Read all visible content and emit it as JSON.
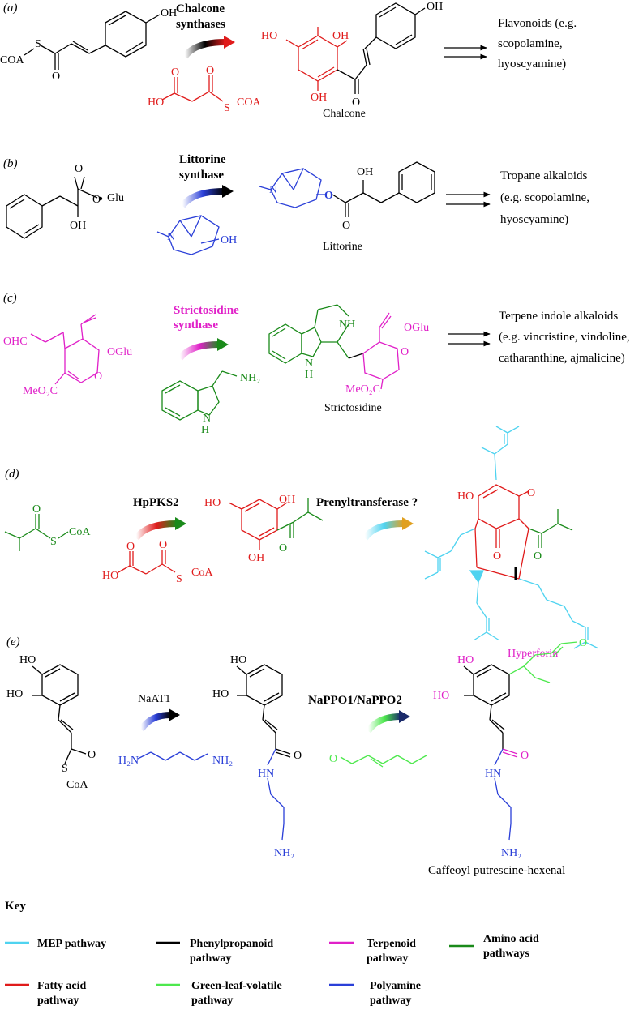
{
  "colors": {
    "mep": "#4fd3f0",
    "phenylpropanoid": "#000000",
    "terpenoid": "#e020c8",
    "amino_acid": "#1a8a1a",
    "fatty_acid": "#e01b1b",
    "green_leaf": "#4de84d",
    "polyamine": "#2a3fd8"
  },
  "panel_a": {
    "tag": "(a)",
    "enzyme_line1": "Chalcone",
    "enzyme_line2": "synthases",
    "substrate_label": "COA",
    "substrate_s": "S",
    "substrate_o": "O",
    "substrate_oh": "OH",
    "malonyl_ho": "HO",
    "malonyl_s": "S",
    "malonyl_coa": "COA",
    "product_ho": "HO",
    "product_oh1": "OH",
    "product_oh2": "OH",
    "product_oh3": "OH",
    "product_o": "O",
    "product_name": "Chalcone",
    "result_line1": "Flavonoids (e.g.",
    "result_line2": "scopolamine,",
    "result_line3": "hyoscyamine)"
  },
  "panel_b": {
    "tag": "(b)",
    "enzyme_line1": "Littorine",
    "enzyme_line2": "synthase",
    "substrate_oh": "OH",
    "substrate_glu": "Glu",
    "cosubstrate_n": "N",
    "cosubstrate_oh": "OH",
    "product_n": "N",
    "product_oh": "OH",
    "product_name": "Littorine",
    "result_line1": "Tropane alkaloids",
    "result_line2": "(e.g. scopolamine,",
    "result_line3": "hyoscyamine)"
  },
  "panel_c": {
    "tag": "(c)",
    "enzyme_line1": "Strictosidine",
    "enzyme_line2": "synthase",
    "substrate_ohc": "OHC",
    "substrate_oglu": "OGlu",
    "substrate_meo2c": "MeO₂C",
    "substrate_o": "O",
    "tryptamine_nh2": "NH₂",
    "tryptamine_nh": "N",
    "tryptamine_h": "H",
    "product_nh": "NH",
    "product_n": "N",
    "product_h": "H",
    "product_oglu": "OGlu",
    "product_o": "O",
    "product_meo2c": "MeO₂C",
    "product_name": "Strictosidine",
    "result_line1": "Terpene indole alkaloids",
    "result_line2": "(e.g. vincristine, vindoline,",
    "result_line3": "catharanthine, ajmalicine)"
  },
  "panel_d": {
    "tag": "(d)",
    "enzyme1": "HpPKS2",
    "enzyme2": "Prenyltransferase ?",
    "substrate_o": "O",
    "substrate_s": "S",
    "substrate_coa": "CoA",
    "malonyl_ho": "HO",
    "malonyl_s": "S",
    "malonyl_coa": "CoA",
    "intermediate_ho": "HO",
    "intermediate_oh1": "OH",
    "intermediate_oh2": "OH",
    "intermediate_o": "O",
    "product_ho": "HO",
    "product_o1": "O",
    "product_o2": "O",
    "product_o3": "O",
    "product_name": "Hyperforin"
  },
  "panel_e": {
    "tag": "(e)",
    "enzyme1": "NaAT1",
    "enzyme2": "NaPPO1/NaPPO2",
    "substrate_ho1": "HO",
    "substrate_ho2": "HO",
    "substrate_o": "O",
    "substrate_s": "S",
    "substrate_coa": "CoA",
    "putrescine_h2n": "H₂N",
    "putrescine_nh2": "NH₂",
    "intermediate_ho1": "HO",
    "intermediate_ho2": "HO",
    "intermediate_o": "O",
    "intermediate_hn": "HN",
    "intermediate_nh2": "NH₂",
    "hexenal_o": "O",
    "product_ho1": "HO",
    "product_ho2": "HO",
    "product_o_top": "O",
    "product_o": "O",
    "product_hn": "HN",
    "product_nh2": "NH₂",
    "product_name": "Caffeoyl putrescine-hexenal"
  },
  "key": {
    "title": "Key",
    "items": [
      {
        "label_line1": "MEP pathway",
        "label_line2": "",
        "color": "#4fd3f0"
      },
      {
        "label_line1": "Phenylpropanoid",
        "label_line2": "pathway",
        "color": "#000000"
      },
      {
        "label_line1": "Terpenoid",
        "label_line2": "pathway",
        "color": "#e020c8"
      },
      {
        "label_line1": "Amino acid",
        "label_line2": "pathways",
        "color": "#1a8a1a"
      },
      {
        "label_line1": "Fatty acid",
        "label_line2": "pathway",
        "color": "#e01b1b"
      },
      {
        "label_line1": "Green-leaf-volatile",
        "label_line2": "pathway",
        "color": "#4de84d"
      },
      {
        "label_line1": "Polyamine",
        "label_line2": "pathway",
        "color": "#2a3fd8"
      }
    ]
  }
}
